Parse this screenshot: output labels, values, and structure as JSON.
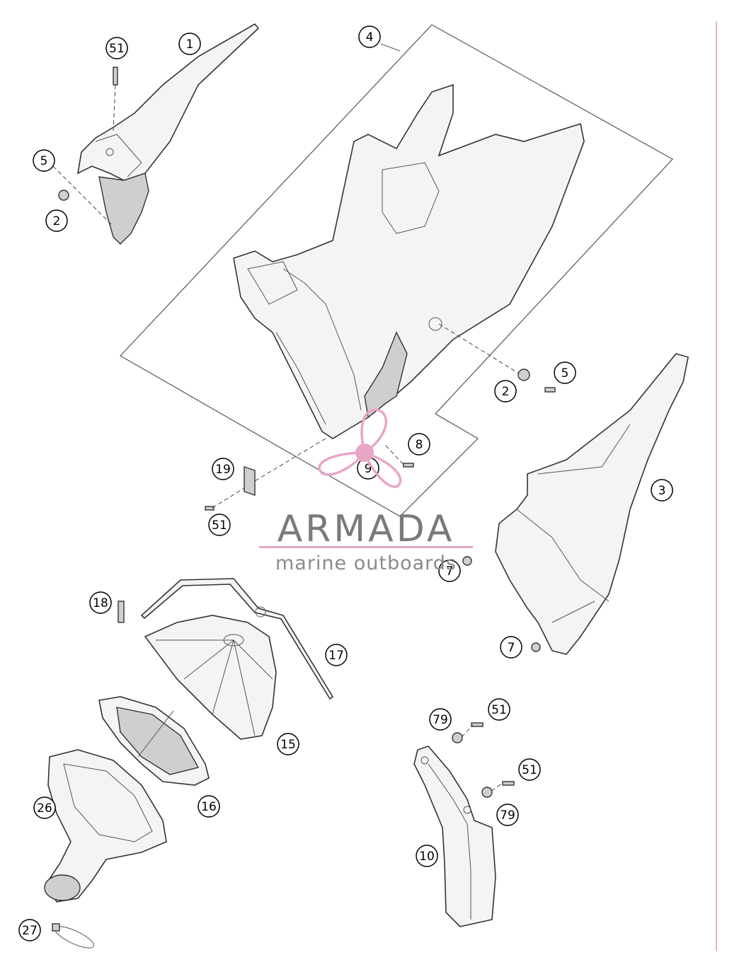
{
  "watermark": {
    "title": "ARMADA",
    "subtitle": "marine outboards",
    "accent_color": "#e8a6c6",
    "text_color": "#7a7a7a"
  },
  "callouts": [
    {
      "id": "c1",
      "label": "1"
    },
    {
      "id": "c4",
      "label": "4"
    },
    {
      "id": "c51a",
      "label": "51"
    },
    {
      "id": "c5a",
      "label": "5"
    },
    {
      "id": "c2a",
      "label": "2"
    },
    {
      "id": "c2b",
      "label": "2"
    },
    {
      "id": "c5b",
      "label": "5"
    },
    {
      "id": "c8",
      "label": "8"
    },
    {
      "id": "c9",
      "label": "9"
    },
    {
      "id": "c19",
      "label": "19"
    },
    {
      "id": "c51b",
      "label": "51"
    },
    {
      "id": "c3",
      "label": "3"
    },
    {
      "id": "c7a",
      "label": "7"
    },
    {
      "id": "c7b",
      "label": "7"
    },
    {
      "id": "c18",
      "label": "18"
    },
    {
      "id": "c17",
      "label": "17"
    },
    {
      "id": "c15",
      "label": "15"
    },
    {
      "id": "c16",
      "label": "16"
    },
    {
      "id": "c26",
      "label": "26"
    },
    {
      "id": "c27",
      "label": "27"
    },
    {
      "id": "c79a",
      "label": "79"
    },
    {
      "id": "c51c",
      "label": "51"
    },
    {
      "id": "c51d",
      "label": "51"
    },
    {
      "id": "c79b",
      "label": "79"
    },
    {
      "id": "c10",
      "label": "10"
    }
  ]
}
